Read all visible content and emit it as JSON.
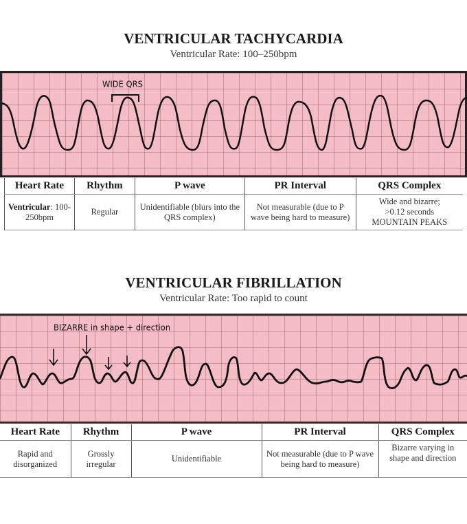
{
  "vt": {
    "title": "VENTRICULAR TACHYCARDIA",
    "subtitle": "Ventricular Rate: 100–250bpm",
    "annotation": "WIDE QRS",
    "table": {
      "headers": [
        "Heart Rate",
        "Rhythm",
        "P wave",
        "PR Interval",
        "QRS Complex"
      ],
      "row": {
        "heart_rate_bold": "Ventricular",
        "heart_rate_rest": ": 100-250bpm",
        "rhythm": "Regular",
        "p_wave": "Unidentifiable (blurs into the QRS complex)",
        "pr_interval": "Not measurable (due to P wave being hard to measure)",
        "qrs_line1": "Wide and bizarre;",
        "qrs_line2": ">0.12 seconds",
        "qrs_line3": "MOUNTAIN PEAKS"
      }
    }
  },
  "vf": {
    "title": "VENTRICULAR FIBRILLATION",
    "subtitle": "Ventricular Rate: Too rapid to count",
    "annotation": "BIZARRE in shape + direction",
    "table": {
      "headers": [
        "Heart Rate",
        "Rhythm",
        "P wave",
        "PR Interval",
        "QRS Complex"
      ],
      "row": {
        "heart_rate": "Rapid and disorganized",
        "rhythm": "Grossly irregular",
        "p_wave": "Unidentifiable",
        "pr_interval": "Not measurable (due to P wave being hard to measure)",
        "qrs": "Bizarre varying in shape and direction"
      }
    }
  },
  "colors": {
    "grid_bg": "#f4bcc4",
    "grid_line": "#a86e78",
    "trace": "#111111"
  }
}
